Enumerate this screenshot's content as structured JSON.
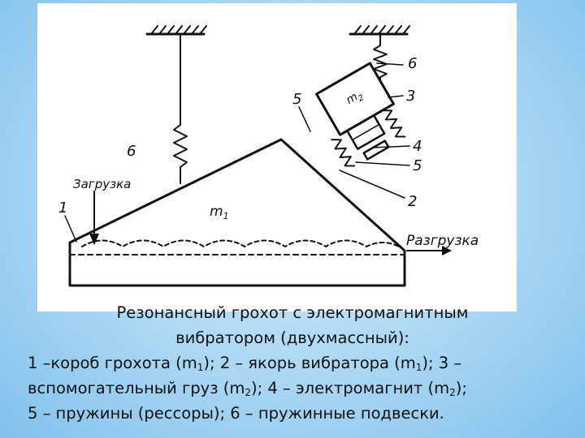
{
  "diagram": {
    "labels": {
      "load": "Загрузка",
      "unload": "Разгрузка",
      "m1": "m",
      "m1_sub": "1",
      "m2": "m",
      "m2_sub": "2",
      "n1": "1",
      "n2": "2",
      "n3": "3",
      "n4": "4",
      "n5_left": "5",
      "n5_right": "5",
      "n6_left": "6",
      "n6_right": "6"
    }
  },
  "caption": {
    "title_line1": "Резонансный грохот с электромагнитным",
    "title_line2": "вибратором (двухмассный):",
    "line1_a": "1 –короб грохота (m",
    "line1_sub1": "1",
    "line1_b": "); 2 – якорь вибратора (m",
    "line1_sub2": "1",
    "line1_c": "); 3 –",
    "line2_a": "вспомогательный груз (m",
    "line2_sub1": "2",
    "line2_b": "); 4 – электромагнит (m",
    "line2_sub2": "2",
    "line2_c": ");",
    "line3": "5 – пружины (рессоры); 6 – пружинные подвески."
  }
}
